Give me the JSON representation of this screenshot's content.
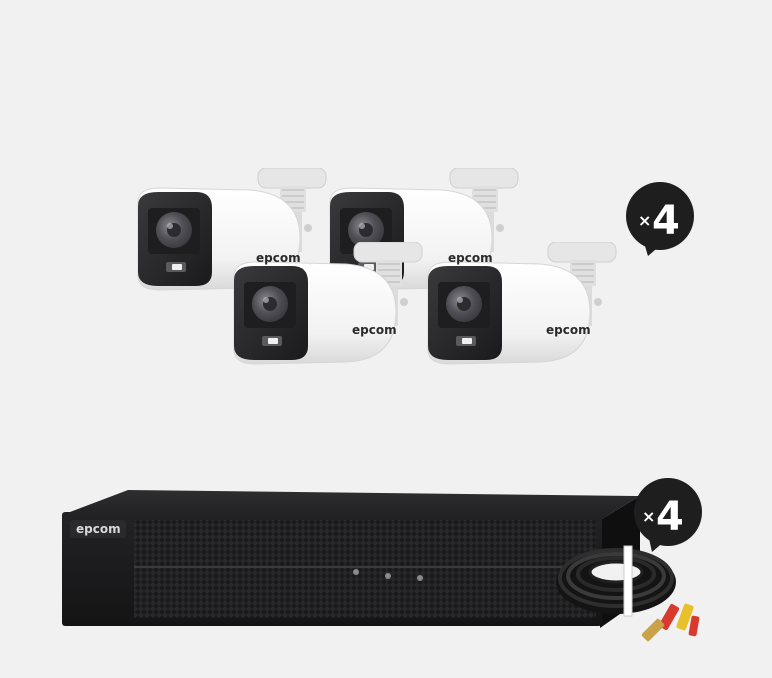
{
  "product": {
    "camera_brand": "epcom",
    "dvr_brand": "epcom",
    "camera_badge": {
      "times": "×",
      "count": "4"
    },
    "cable_badge": {
      "times": "×",
      "count": "4"
    }
  },
  "colors": {
    "background": "#f1f1f1",
    "camera_body": "#ffffff",
    "camera_face": "#2a2a2c",
    "dvr_body": "#1c1c1d",
    "badge": "#1e1e1e"
  }
}
